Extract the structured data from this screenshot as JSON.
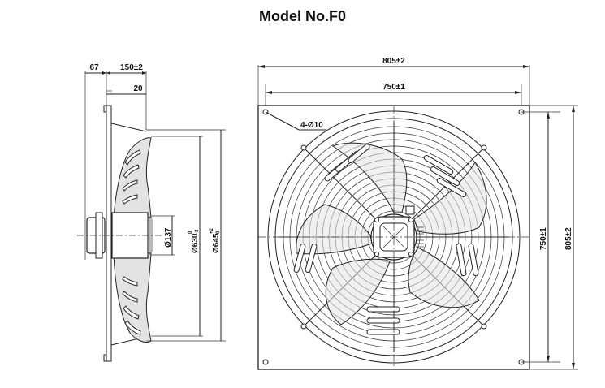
{
  "title": "Model No.F0",
  "side_view": {
    "dim_front_depth": "67",
    "dim_total_depth": "150±2",
    "dim_frame_depth": "20",
    "dim_hub_dia": "Ø137",
    "dim_impeller_dia": "Ø630",
    "dim_impeller_tol_upper": "0",
    "dim_impeller_tol_lower": "-3",
    "dim_guard_dia": "Ø645",
    "dim_guard_tol_upper": "+2",
    "dim_guard_tol_lower": "0"
  },
  "front_view": {
    "dim_outer_width": "805±2",
    "dim_hole_spacing_x": "750±1",
    "dim_mount_holes": "4-Ø10",
    "dim_hole_spacing_y": "750±1",
    "dim_outer_height": "805±2"
  },
  "colors": {
    "line": "#222222",
    "blade_fill": "#e3e3e3",
    "background": "#ffffff"
  }
}
